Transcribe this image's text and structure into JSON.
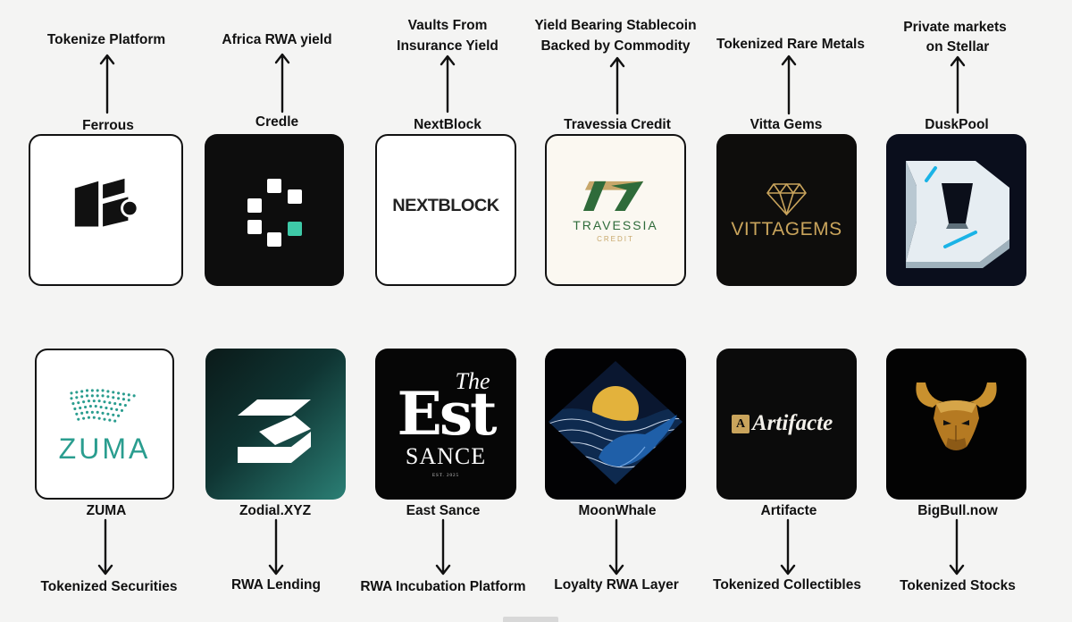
{
  "top_row": [
    {
      "name": "Ferrous",
      "category": "Tokenize Platform",
      "logo_text": ""
    },
    {
      "name": "Credle",
      "category": "Africa RWA yield",
      "logo_text": ""
    },
    {
      "name": "NextBlock",
      "category_l1": "Vaults From",
      "category_l2": "Insurance Yield",
      "logo_text": "NEXTBLOCK"
    },
    {
      "name": "Travessia Credit",
      "category_l1": "Yield Bearing Stablecoin",
      "category_l2": "Backed by Commodity",
      "logo_text": "TRAVESSIA",
      "logo_sub": "CREDIT"
    },
    {
      "name": "Vitta Gems",
      "category": "Tokenized Rare Metals",
      "logo_text": "VITTAGEMS"
    },
    {
      "name": "DuskPool",
      "category_l1": "Private markets",
      "category_l2": "on Stellar",
      "logo_text": ""
    }
  ],
  "bottom_row": [
    {
      "name": "ZUMA",
      "category": "Tokenized Securities",
      "logo_text": "ZUMA"
    },
    {
      "name": "Zodial.XYZ",
      "category": "RWA Lending",
      "logo_text": ""
    },
    {
      "name": "East Sance",
      "category": "RWA Incubation Platform",
      "logo_the": "The",
      "logo_big": "Est",
      "logo_sub": "SANCE",
      "logo_est": "EST. 2025"
    },
    {
      "name": "MoonWhale",
      "category": "Loyalty RWA Layer",
      "logo_text": ""
    },
    {
      "name": "Artifacte",
      "category": "Tokenized Collectibles",
      "logo_text": "Artifacte",
      "logo_badge": "A"
    },
    {
      "name": "BigBull.now",
      "category": "Tokenized Stocks",
      "logo_text": ""
    }
  ],
  "colors": {
    "background": "#f4f4f3",
    "zuma_teal": "#2a9d8f",
    "credle_teal": "#3ec9a7",
    "travessia_green": "#2f6b3a",
    "gold": "#c9a45c",
    "duskpool_cyan": "#1ab3e6",
    "moonwhale_blue": "#1f5fa8"
  },
  "icons": [
    "up-arrow-icon",
    "down-arrow-icon"
  ]
}
